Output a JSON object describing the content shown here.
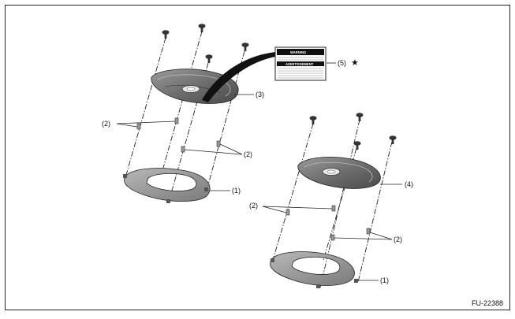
{
  "figure": {
    "code": "FU-22388",
    "callouts": {
      "ring_left": "(1)",
      "ring_right": "(1)",
      "clips_left_upper": "(2)",
      "clips_left_lower": "(2)",
      "clips_right_upper": "(2)",
      "clips_right_lower": "(2)",
      "cover_left": "(3)",
      "cover_right": "(4)",
      "label": "(5)"
    },
    "star_symbol": "★",
    "warning_label": {
      "line1": "WARNING",
      "line2": "AVERTISSEMENT"
    }
  }
}
